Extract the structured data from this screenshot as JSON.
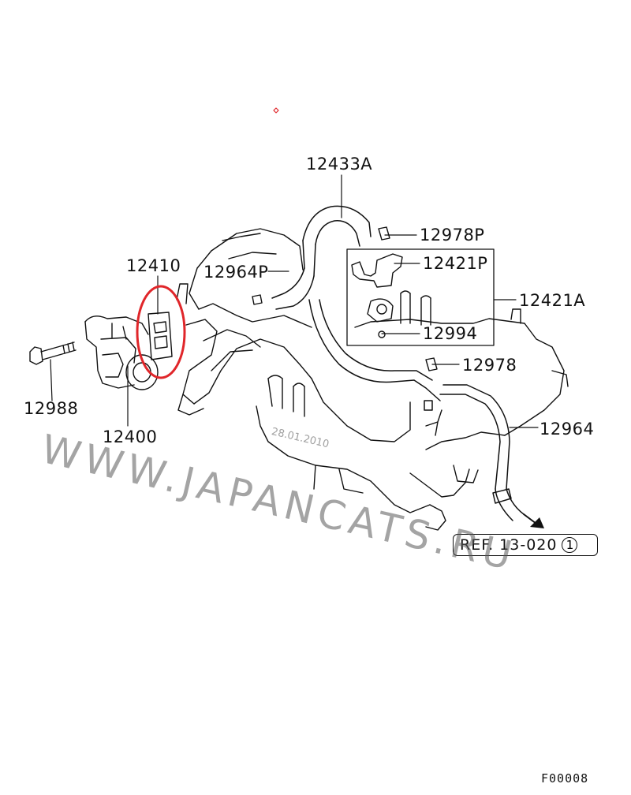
{
  "callouts": {
    "hose_top": "12433A",
    "bolt_upper": "12978P",
    "solenoid_valve": "12421P",
    "valve_assembly": "12421A",
    "valve_nut": "12994",
    "bolt_lower": "12978",
    "hose_lower": "12964",
    "hose_mid": "12964P",
    "gasket": "12410",
    "throttle_body": "12400",
    "throttle_bolt": "12988"
  },
  "reference": {
    "text": "REF. 13-020",
    "circle": "1"
  },
  "watermark": "WWW.JAPANCATS.RU",
  "stamp": "28.01.2010",
  "footer_code": "F00008",
  "colors": {
    "highlight": "#e0262a",
    "line": "#111111",
    "watermark": "#5a5a5a"
  }
}
